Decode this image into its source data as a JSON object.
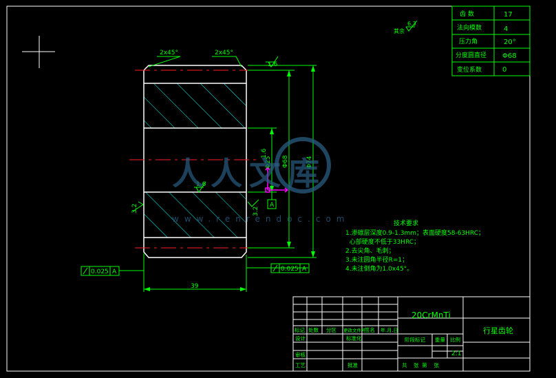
{
  "params": [
    {
      "label": "齿 数",
      "value": "17"
    },
    {
      "label": "法向模数",
      "value": "4"
    },
    {
      "label": "压力角",
      "value": "20°"
    },
    {
      "label": "分度圆直径",
      "value": "Φ68"
    },
    {
      "label": "变位系数",
      "value": "0"
    }
  ],
  "roughness": {
    "other_label": "其余",
    "other_value": "6.3",
    "top_value": "1.6",
    "face_value": "1.6",
    "left_value": "3.2",
    "right_value": "3.2",
    "bore_value": "1.6"
  },
  "dims": {
    "chamfer_left": "2x45°",
    "chamfer_right": "2x45°",
    "dia_pitch": "Φ68",
    "dia_outer": "Φ74",
    "dia_bore": "Φ25",
    "width": "39",
    "datum": "A",
    "runout_left_value": "0.025",
    "runout_right_value": "0.025"
  },
  "tech_req": {
    "title": "技术要求",
    "lines": [
      "1.渗碳层深度0.9-1.3mm；表面硬度58-63HRC；",
      "  心部硬度不低于33HRC；",
      "2.去尖角、毛刺；",
      "3.未注圆角半径R=1；",
      "4.未注倒角为1.0x45°。"
    ]
  },
  "watermark": {
    "text": "人人文库",
    "url": "www.renrendoc.com"
  },
  "title_block": {
    "material": "20CrMnTi",
    "part_name": "行星齿轮",
    "col_labels": [
      "标记",
      "处数",
      "分区",
      "更改文件号",
      "签名",
      "年.月.日"
    ],
    "design": "设计",
    "standard": "标准化",
    "review": "审核",
    "process": "工艺",
    "approve": "批准",
    "stage": "阶段标记",
    "weight": "重量",
    "scale_label": "比例",
    "scale_value": "2:1",
    "sheets": "共    张  第    张"
  },
  "colors": {
    "line": "#ffffff",
    "dim": "#00ff00",
    "center": "#ff2020",
    "hatch": "#00ffff",
    "ucs": "#ff00ff"
  }
}
